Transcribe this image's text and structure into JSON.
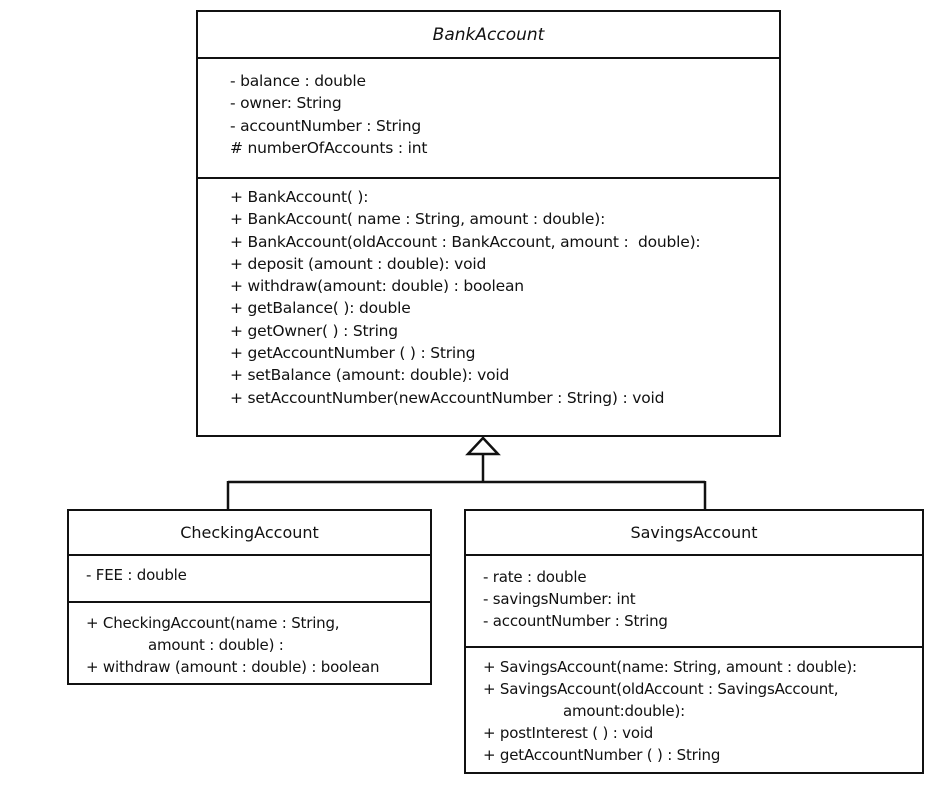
{
  "classes": {
    "bank_account": {
      "name": "BankAccount",
      "attributes": [
        "- balance : double",
        "- owner: String",
        "- accountNumber : String",
        "# numberOfAccounts : int"
      ],
      "operations": [
        "+ BankAccount( ):",
        "+ BankAccount( name : String, amount : double):",
        "+ BankAccount(oldAccount : BankAccount, amount :  double):",
        "+ deposit (amount : double): void",
        "+ withdraw(amount: double) : boolean",
        "+ getBalance( ): double",
        "+ getOwner( ) : String",
        "+ getAccountNumber ( ) : String",
        "+ setBalance (amount: double): void",
        "+ setAccountNumber(newAccountNumber : String) : void"
      ]
    },
    "checking_account": {
      "name": "CheckingAccount",
      "attributes": [
        "- FEE : double"
      ],
      "operations": [
        "+ CheckingAccount(name : String,",
        "amount : double) :",
        "+ withdraw (amount : double) : boolean"
      ]
    },
    "savings_account": {
      "name": "SavingsAccount",
      "attributes": [
        "- rate : double",
        "- savingsNumber: int",
        "- accountNumber : String"
      ],
      "operations": [
        "+ SavingsAccount(name: String, amount : double):",
        "+ SavingsAccount(oldAccount : SavingsAccount,",
        "amount:double):",
        "+ postInterest ( ) : void",
        "+ getAccountNumber ( ) : String"
      ]
    }
  },
  "relationships": [
    {
      "type": "generalization",
      "from": "CheckingAccount",
      "to": "BankAccount"
    },
    {
      "type": "generalization",
      "from": "SavingsAccount",
      "to": "BankAccount"
    }
  ]
}
